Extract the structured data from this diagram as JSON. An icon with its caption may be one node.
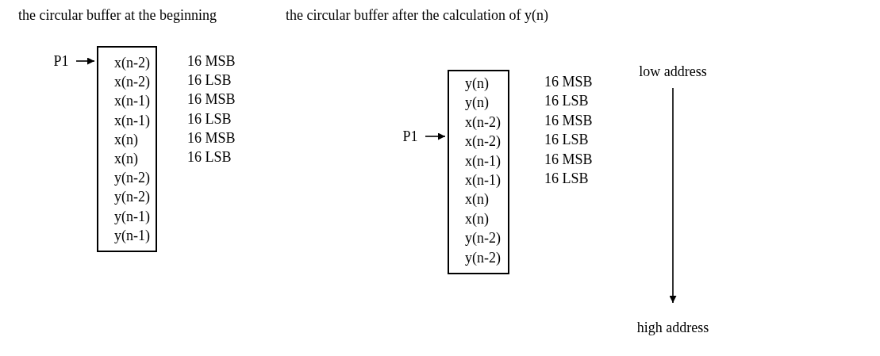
{
  "diagram": {
    "nodes": [
      {
        "text": [
          "P1"
        ]
      },
      {
        "text": [
          "x(n-2)",
          "x(n-2)",
          "x(n-1)",
          "x(n-1)",
          "x(n)",
          "x(n)",
          "y(n-2)",
          "y(n-2)",
          "y(n-1)",
          "y(n-1)"
        ]
      },
      {
        "text": [
          "P1"
        ]
      },
      {
        "text": [
          "y(n)",
          "y(n)",
          "x(n-2)",
          "x(n-2)",
          "x(n-1)",
          "x(n-1)",
          "x(n)",
          "x(n)",
          "y(n-2)",
          "y(n-2)"
        ]
      },
      {
        "text": [
          "low address"
        ]
      },
      {
        "text": [
          "high address"
        ]
      }
    ],
    "edges": [
      {
        "from": 0,
        "to": 1,
        "arrow": "to"
      },
      {
        "from": 2,
        "to": 3,
        "arrow": "to"
      },
      {
        "from": 4,
        "to": 5,
        "arrow": "to"
      }
    ],
    "labels": [
      "the circular buffer at the beginning",
      "the circular buffer after the calculation of y(n)",
      "16 MSB",
      "16 LSB",
      "16 MSB",
      "16 LSB",
      "16 MSB",
      "16 LSB",
      "16 MSB",
      "16 LSB",
      "16 MSB",
      "16 LSB",
      "16 MSB",
      "16 LSB"
    ]
  }
}
